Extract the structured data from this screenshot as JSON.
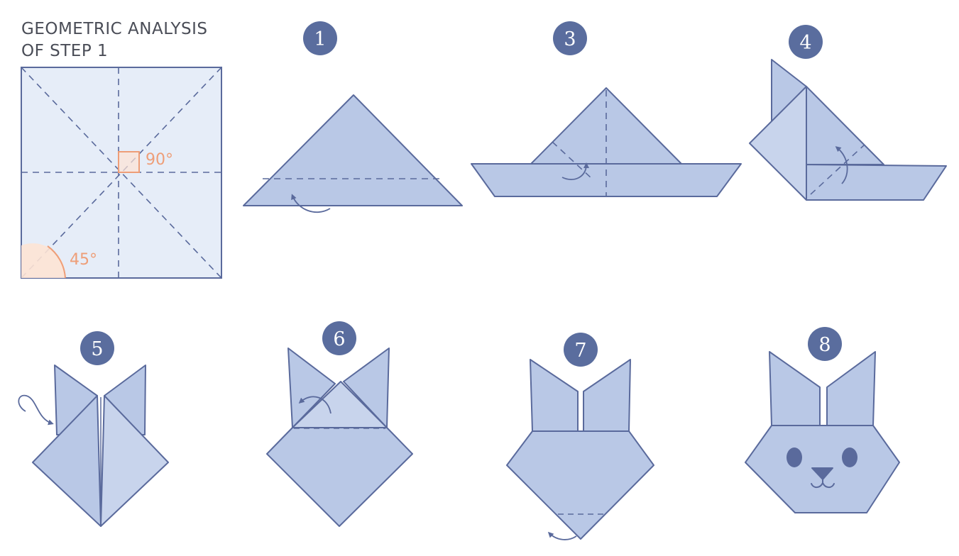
{
  "title": {
    "line1": "GEOMETRIC ANALYSIS",
    "line2": "OF STEP 1"
  },
  "analysis": {
    "right_angle_label": "90°",
    "corner_angle_label": "45°"
  },
  "steps": [
    {
      "number": "1"
    },
    {
      "number": "3"
    },
    {
      "number": "4"
    },
    {
      "number": "5"
    },
    {
      "number": "6"
    },
    {
      "number": "7"
    },
    {
      "number": "8"
    }
  ],
  "colors": {
    "paper_fill": "#b9c8e6",
    "paper_fill_light": "#c8d4ec",
    "paper_stroke": "#5a6a9c",
    "badge_fill": "#5a6d9e",
    "analysis_bg": "#e6edf8",
    "angle_accent": "#ee9e78",
    "angle_fill": "#fde3d4",
    "title_text": "#4a4d57"
  }
}
